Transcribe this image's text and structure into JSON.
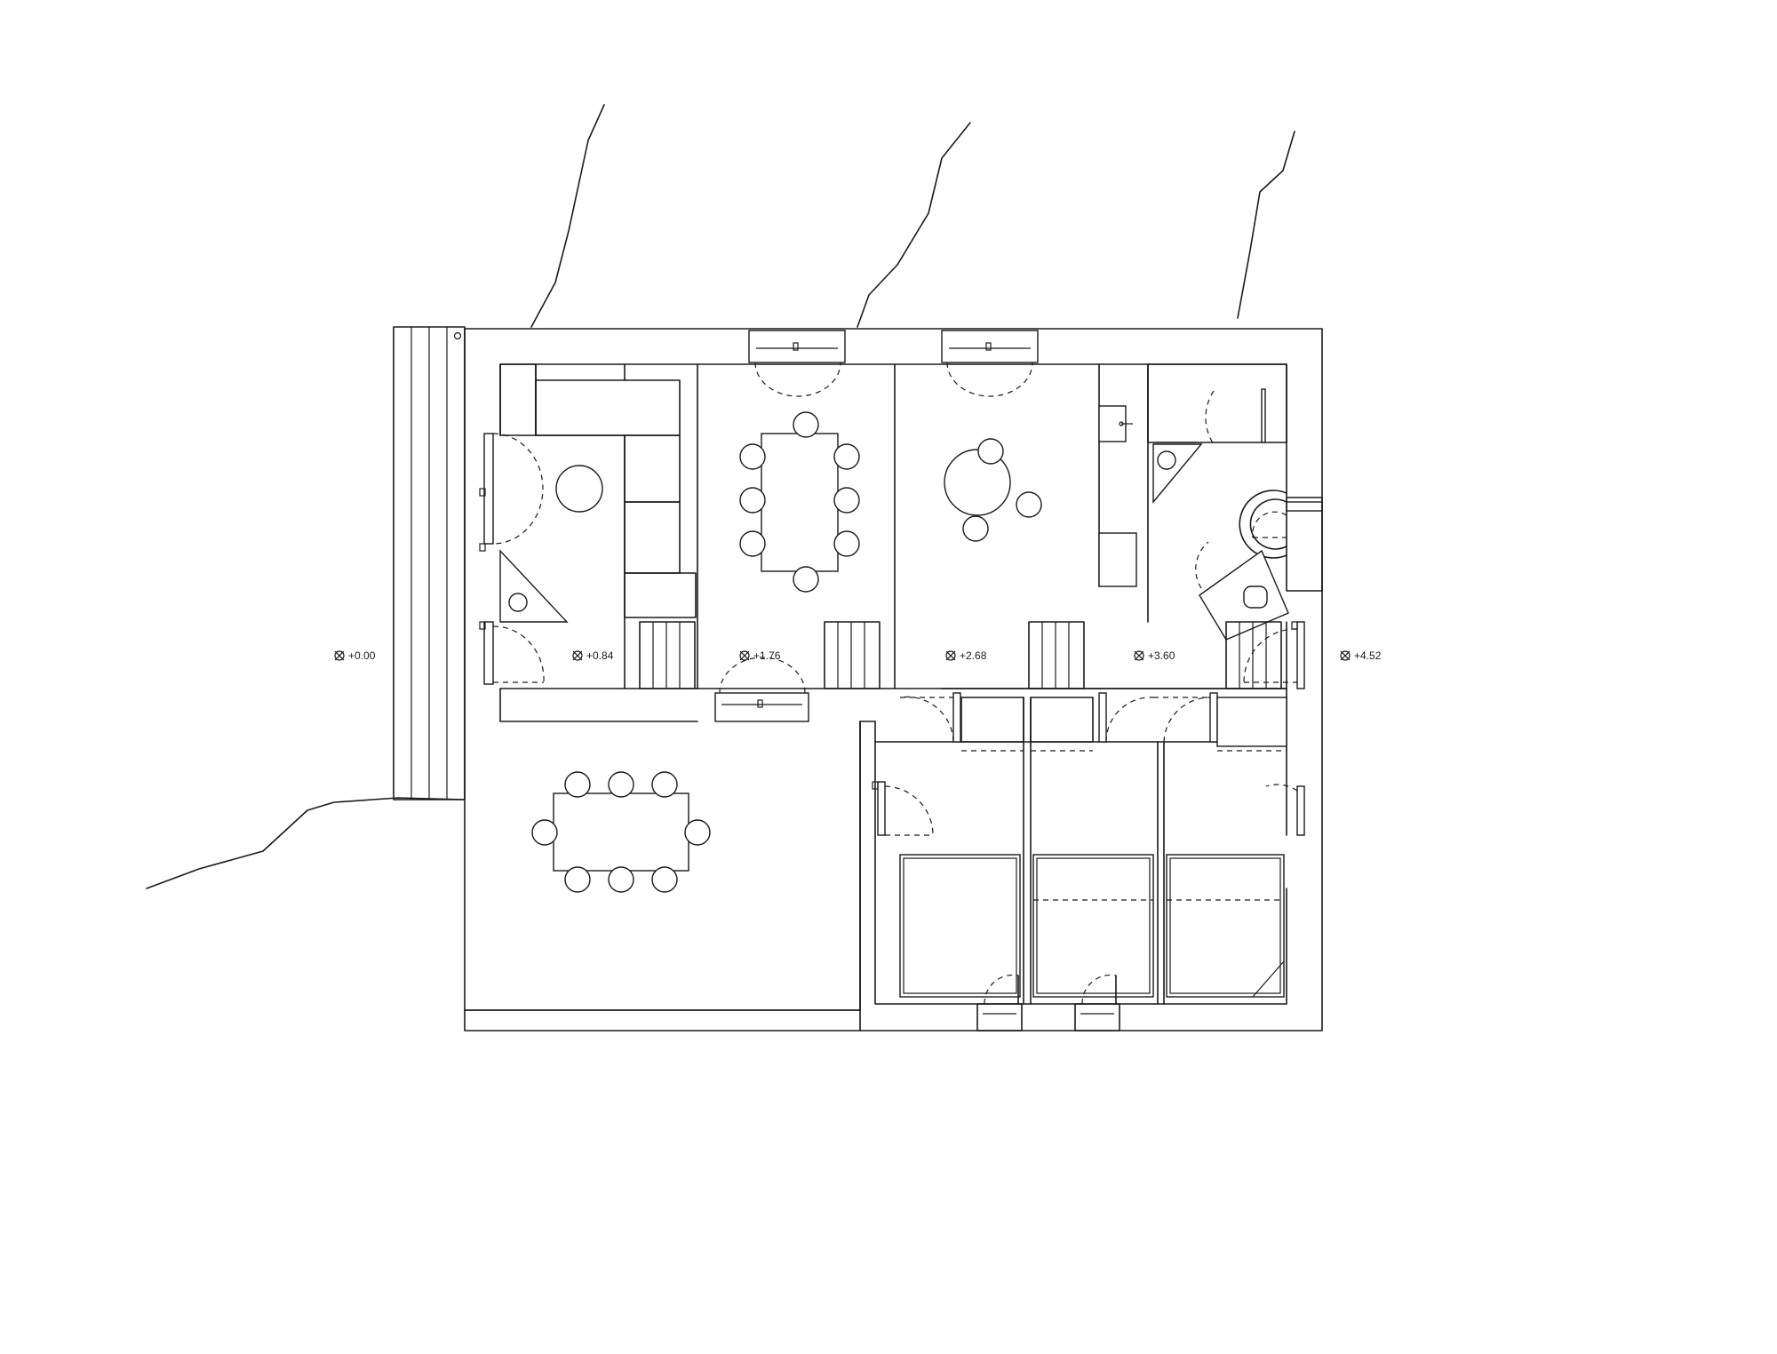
{
  "drawing": {
    "type": "floor-plan",
    "level_marks": [
      "+0.00",
      "+0.84",
      "+1.76",
      "+2.68",
      "+3.60",
      "+4.52"
    ],
    "level_icon": "level-datum-icon",
    "line_color": "#1a1a1a",
    "background": "#ffffff"
  }
}
